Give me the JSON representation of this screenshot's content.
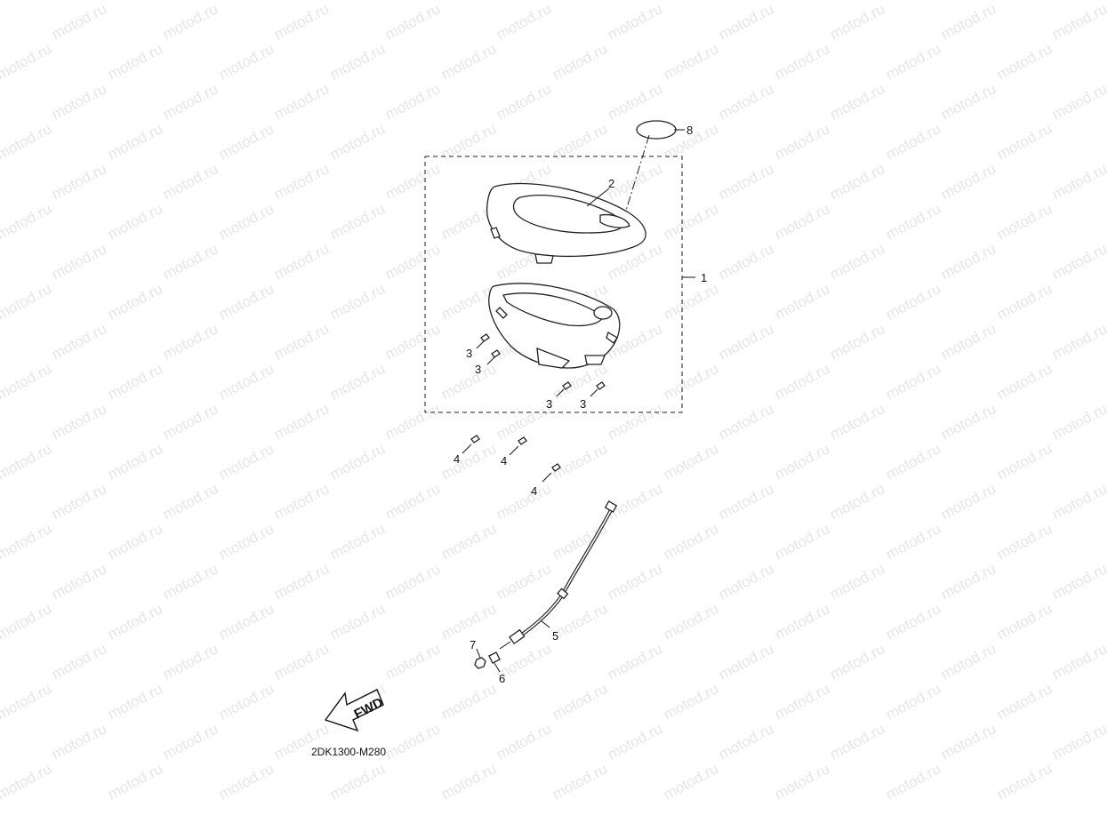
{
  "watermark": {
    "text": "motod.ru",
    "color": "#e6e6e6"
  },
  "diagram": {
    "code": "2DK1300-M280",
    "fwd_label": "FWD",
    "callouts": [
      "1",
      "2",
      "3",
      "3",
      "3",
      "3",
      "4",
      "4",
      "4",
      "5",
      "6",
      "7",
      "8"
    ]
  },
  "colors": {
    "line": "#111111",
    "background": "#ffffff"
  }
}
